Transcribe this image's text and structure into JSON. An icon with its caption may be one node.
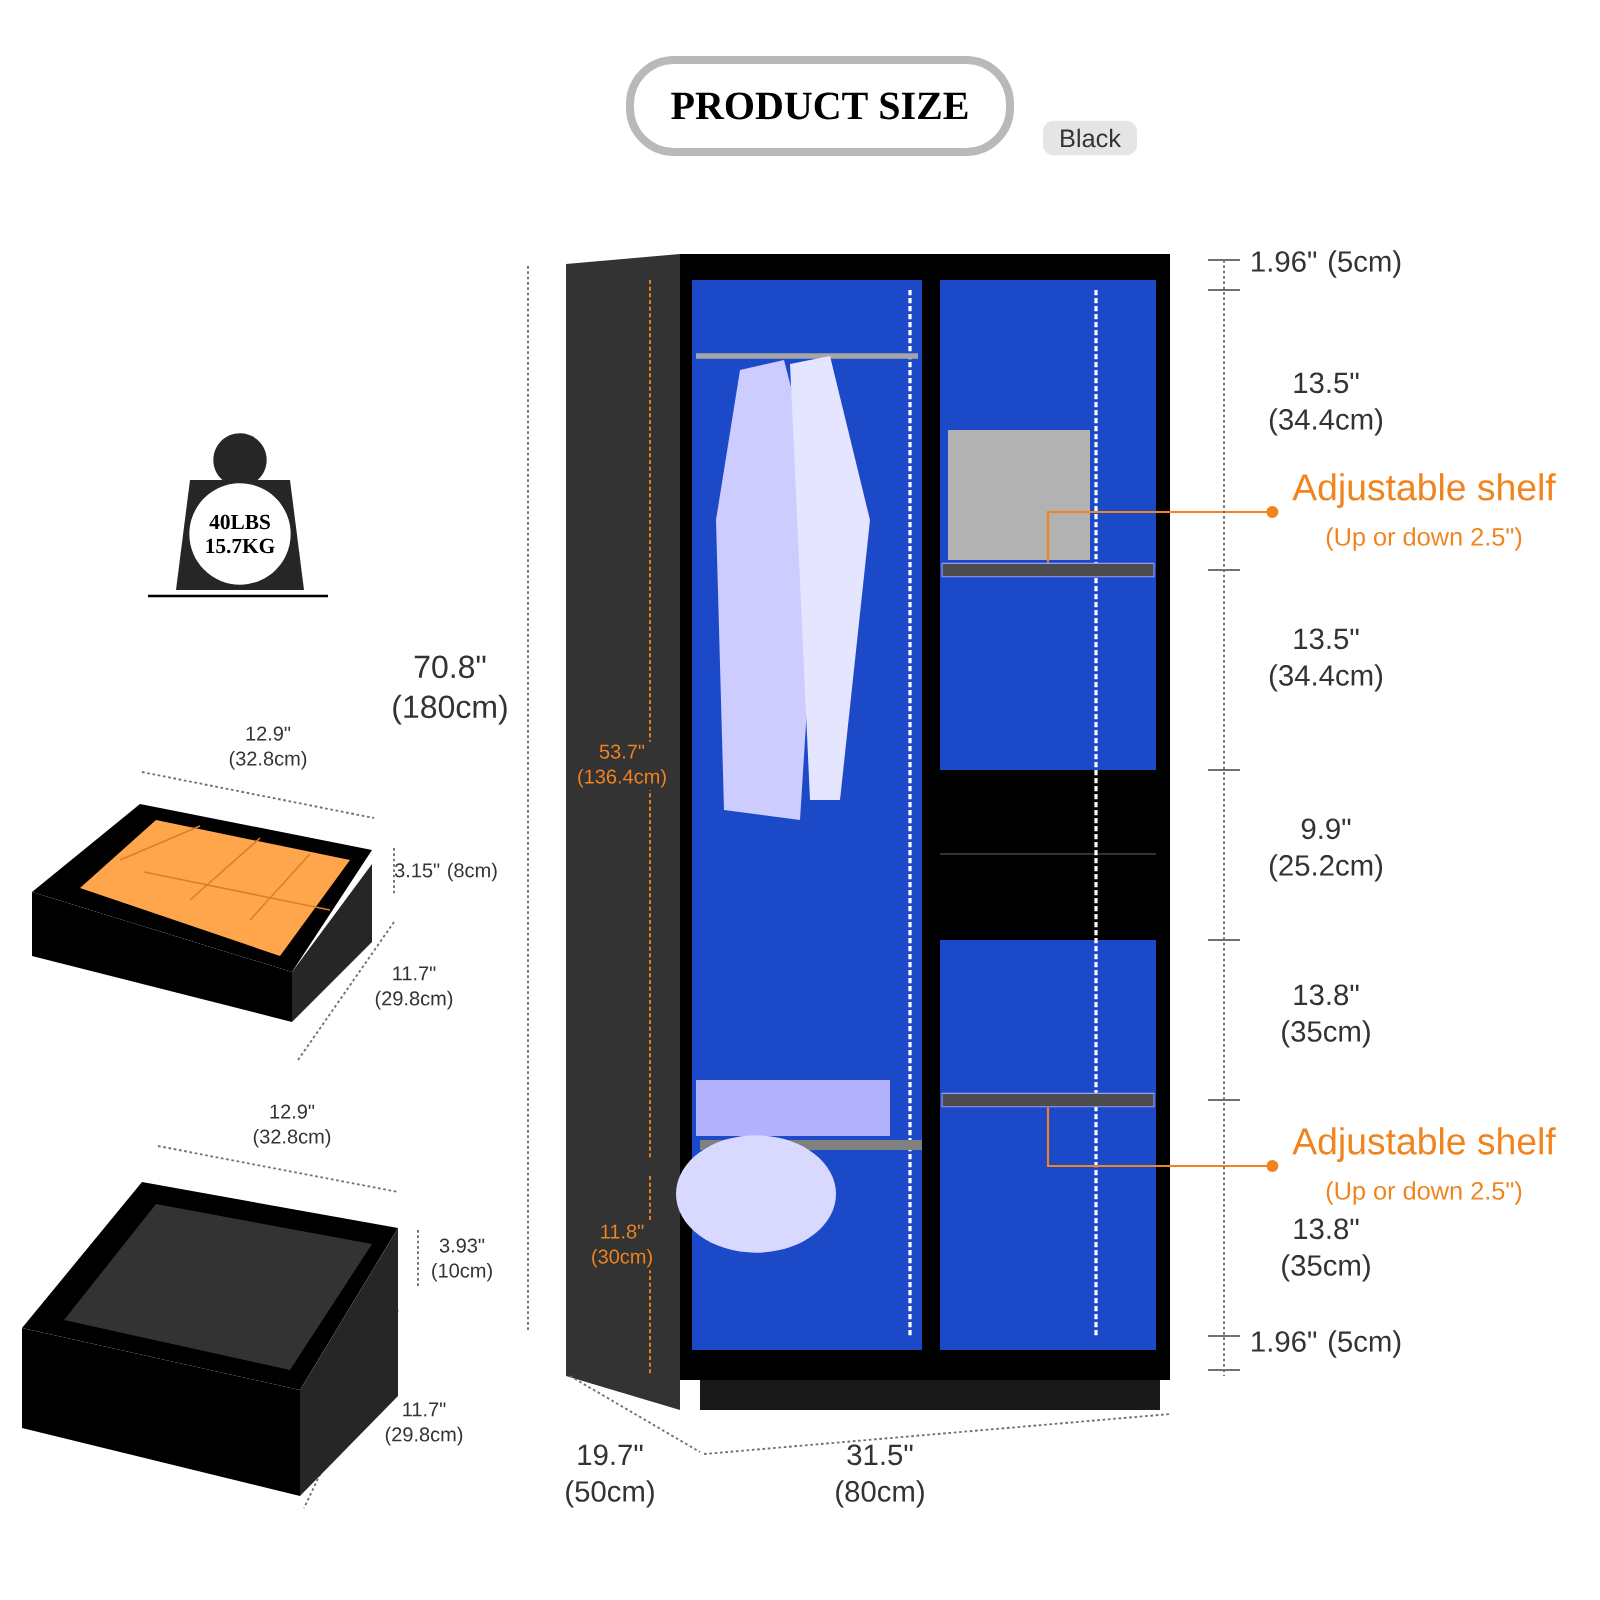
{
  "diagram": {
    "title": "PRODUCT SIZE",
    "nodes": [
      {
        "text": [
          "40LBS 15.7KG"
        ]
      },
      {
        "text": [
          "Adjustable shelf",
          "(Up or down 2.5\")"
        ]
      },
      {
        "text": [],
        "shape": "bar"
      },
      {
        "text": [
          "Adjustable shelf",
          "(Up or down 2.5\")"
        ]
      },
      {
        "text": [],
        "shape": "bar"
      }
    ],
    "edges": [
      {
        "from": 2,
        "to": 1,
        "arrow": "to"
      },
      {
        "from": 4,
        "to": 3,
        "arrow": "to"
      }
    ],
    "labels": [
      "Black",
      "70.8\" (180cm)",
      "12.9\" (32.8cm)",
      "3.15\" (8cm)",
      "11.7\" (29.8cm)",
      "12.9\" (32.8cm)",
      "3.93\" (10cm)",
      "11.7\" (29.8cm)",
      "53.7\" (136.4cm)",
      "11.8\" (30cm)",
      "1.96\" (5cm)",
      "13.5\" (34.4cm)",
      "13.5\" (34.4cm)",
      "9.9\" (25.2cm)",
      "13.8\" (35cm)",
      "13.8\" (35cm)",
      "1.96\" (5cm)",
      "19.7\" (50cm)",
      "31.5\" (80cm)"
    ]
  }
}
